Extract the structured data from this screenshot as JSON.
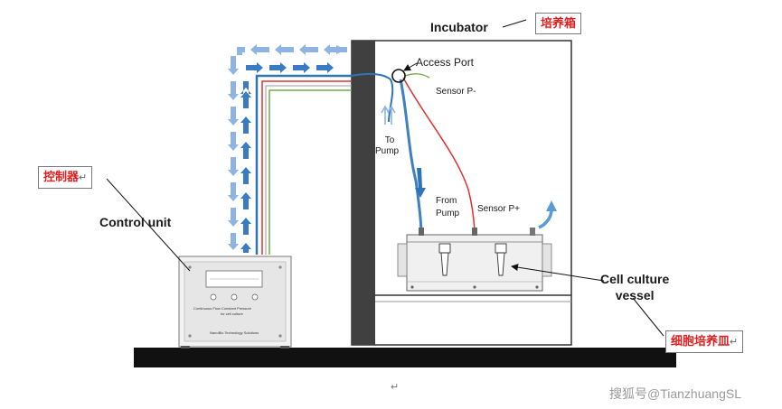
{
  "labels": {
    "incubator": "Incubator",
    "incubator_cn": "培养箱",
    "access_port": "Access Port",
    "sensor_minus": "Sensor P-",
    "to_pump_line1": "To",
    "to_pump_line2": "Pump",
    "from_pump_line1": "From",
    "from_pump_line2": "Pump",
    "sensor_plus": "Sensor P+",
    "control_unit": "Control unit",
    "control_unit_cn": "控制器",
    "cell_vessel_line1": "Cell culture",
    "cell_vessel_line2": "vessel",
    "cell_vessel_cn": "细胞培养皿",
    "return_mark": "↵",
    "device_text1": "Continuous Flow Constant Pressure",
    "device_text2": "for cell culture",
    "device_text3": "NanoBio Technology Solutions",
    "watermark": "搜狐号@TianzhuangSL"
  },
  "colors": {
    "flow_arrow": "#5b9bd5",
    "tube_blue": "#2e75b6",
    "tube_red": "#e03030",
    "tube_green": "#70ad47",
    "cn_text": "#e02020",
    "wall": "#404040",
    "base": "#111111"
  }
}
